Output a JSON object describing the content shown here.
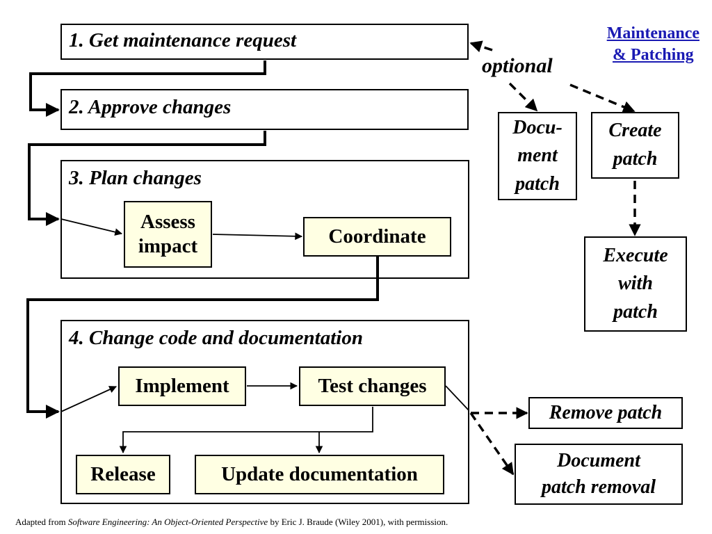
{
  "title": {
    "line1": "Maintenance",
    "line2": "& Patching"
  },
  "steps": [
    {
      "label": "1. Get maintenance request"
    },
    {
      "label": "2. Approve changes"
    },
    {
      "label": "3. Plan changes"
    },
    {
      "label": "4. Change code and documentation"
    }
  ],
  "plan_tasks": {
    "assess_line1": "Assess",
    "assess_line2": "impact",
    "coordinate": "Coordinate"
  },
  "change_tasks": {
    "implement": "Implement",
    "test": "Test changes",
    "release": "Release",
    "update_docs": "Update documentation"
  },
  "optional_label": "optional",
  "patch_steps": {
    "document_patch": [
      "Docu-",
      "ment",
      "patch"
    ],
    "create_patch": [
      "Create",
      "patch"
    ],
    "execute_patch": [
      "Execute",
      "with",
      "patch"
    ],
    "remove_patch": "Remove patch",
    "document_removal": [
      "Document",
      "patch removal"
    ]
  },
  "credit": {
    "prefix": "Adapted from ",
    "book": "Software Engineering: An Object-Oriented Perspective",
    "suffix": " by Eric J. Braude (Wiley 2001), with permission."
  },
  "colors": {
    "title": "#1a1ab3",
    "task_fill": "#ffffe3",
    "line": "#000000"
  }
}
